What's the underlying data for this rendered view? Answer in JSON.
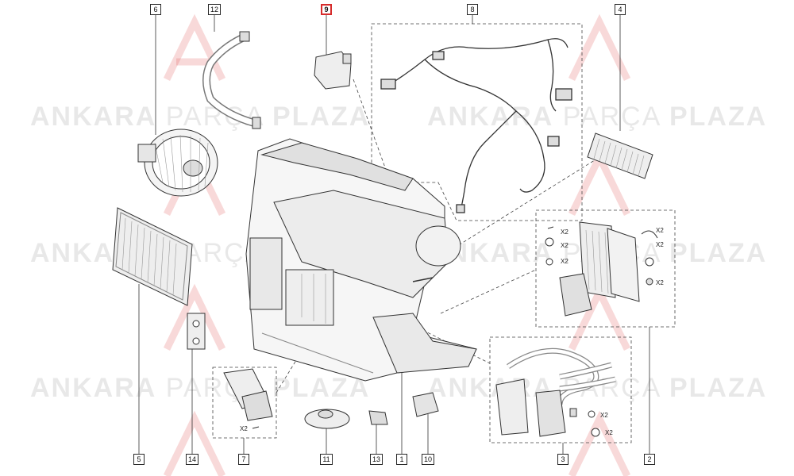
{
  "watermark": {
    "brand_left": "ANKARA",
    "brand_mid": "PARÇA",
    "brand_right": "PLAZA",
    "logo_color": "#d62b2b"
  },
  "callouts": {
    "c1": "1",
    "c2": "2",
    "c3": "3",
    "c4": "4",
    "c5": "5",
    "c6": "6",
    "c7": "7",
    "c8": "8",
    "c9": "9",
    "c10": "10",
    "c11": "11",
    "c12": "12",
    "c13": "13",
    "c14": "14"
  },
  "highlight_color": "#d62b2b",
  "quantities": {
    "x2": "X2"
  }
}
